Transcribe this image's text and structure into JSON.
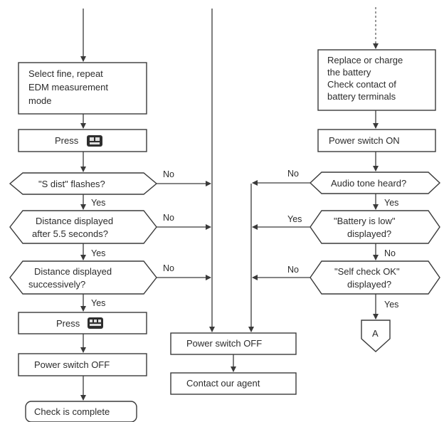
{
  "nodes": {
    "select_line": [
      "Select fine, repeat",
      "EDM measurement",
      "mode"
    ],
    "press_1": "Press",
    "s_dist": "\"S dist\" flashes?",
    "dist_after": [
      "Distance displayed",
      "after 5.5 seconds?"
    ],
    "dist_succ": [
      "Distance displayed",
      "successively?"
    ],
    "press_2": "Press",
    "power_off_left": "Power switch OFF",
    "check_complete": "Check is complete",
    "replace_battery": [
      "Replace or charge",
      "the battery",
      "Check contact of",
      "battery terminals"
    ],
    "power_on": "Power switch ON",
    "audio_tone": "Audio tone heard?",
    "battery_low": [
      "\"Battery is low\"",
      "displayed?"
    ],
    "self_check": [
      "\"Self check OK\"",
      "displayed?"
    ],
    "connector_a": "A",
    "power_off_mid": "Power switch OFF",
    "contact_agent": "Contact our agent"
  },
  "edge_labels": {
    "s_dist_no": "No",
    "s_dist_yes": "Yes",
    "dist_after_no": "No",
    "dist_after_yes": "Yes",
    "dist_succ_no": "No",
    "dist_succ_yes": "Yes",
    "audio_no": "No",
    "audio_yes": "Yes",
    "battery_yes": "Yes",
    "battery_no": "No",
    "self_check_no": "No",
    "self_check_yes": "Yes"
  },
  "icons": {
    "press_1_key": "keyboard-key-icon",
    "press_2_key": "keyboard-key-icon"
  }
}
